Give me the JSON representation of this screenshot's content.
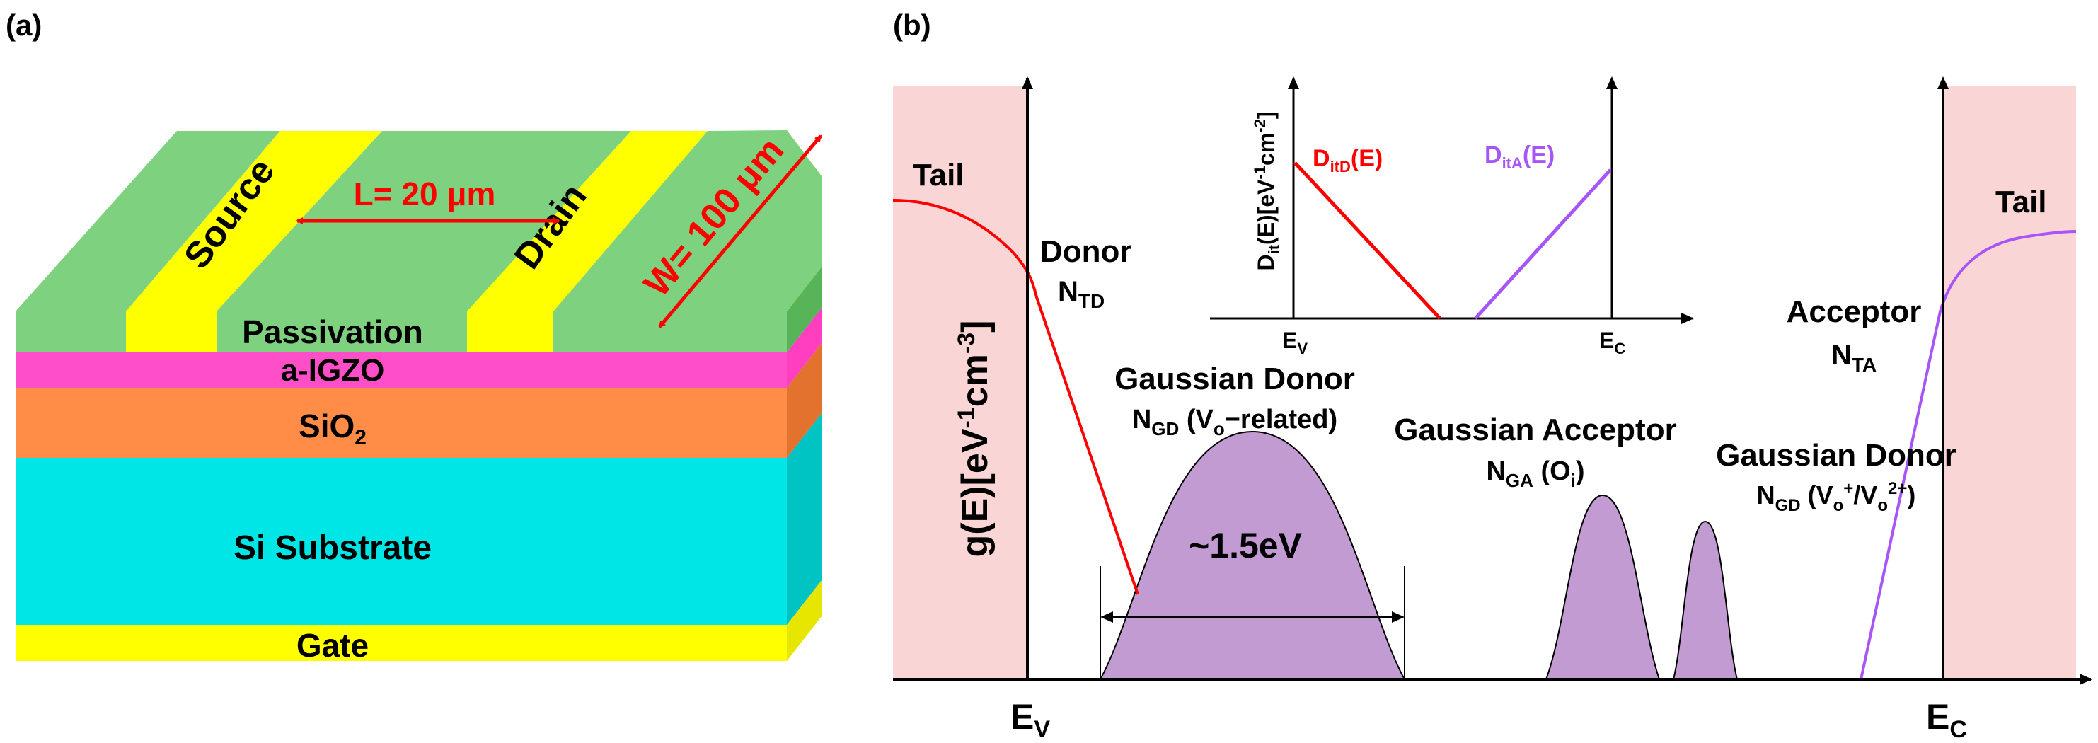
{
  "panels": {
    "a": {
      "label": "(a)",
      "layers": {
        "passivation": "Passivation",
        "igzo": "a-IGZO",
        "sio2": "SiO",
        "sio2_sub": "2",
        "substrate": "Si Substrate",
        "gate": "Gate"
      },
      "electrodes": {
        "source": "Source",
        "drain": "Drain"
      },
      "dims": {
        "length": "L= 20 μm",
        "width": "W= 100 μm"
      },
      "colors": {
        "passivation_green": "#7ed17e",
        "electrode_yellow": "#ffff00",
        "igzo_pink": "#ff4fc8",
        "sio2_orange": "#ff8c47",
        "substrate_cyan": "#00e5e5",
        "gate_yellow": "#ffff00"
      }
    },
    "b": {
      "label": "(b)",
      "ylabel": "g(E)[eV",
      "ylabel_sup1": "-1",
      "ylabel_mid": "cm",
      "ylabel_sup2": "-3",
      "ylabel_end": "]",
      "ev": "E",
      "ev_sub": "V",
      "ec": "E",
      "ec_sub": "C",
      "tail_left": "Tail",
      "tail_right": "Tail",
      "donor": "Donor",
      "ntd": "N",
      "ntd_sub": "TD",
      "acceptor": "Acceptor",
      "nta": "N",
      "nta_sub": "TA",
      "gd1_title": "Gaussian Donor",
      "gd1_n": "N",
      "gd1_n_sub": "GD",
      "gd1_rest": " (V",
      "gd1_rest_sub": "o",
      "gd1_rest_end": "−related)",
      "ga_title": "Gaussian Acceptor",
      "ga_n": "N",
      "ga_n_sub": "GA",
      "ga_rest": " (O",
      "ga_rest_sub": "i",
      "ga_rest_end": ")",
      "gd2_title": "Gaussian Donor",
      "gd2_n": "N",
      "gd2_n_sub": "GD",
      "gd2_rest": " (V",
      "gd2_rest_sub": "o",
      "gd2_rest_sup": "+",
      "gd2_rest_mid": "/V",
      "gd2_rest_sub2": "o",
      "gd2_rest_sup2": "2+",
      "gd2_rest_end": ")",
      "width_label": "~1.5eV",
      "inset": {
        "ylabel": "D",
        "ylabel_sub": "it",
        "ylabel_rest": "(E)[eV",
        "ylabel_sup1": "-1",
        "ylabel_mid": "cm",
        "ylabel_sup2": "-2",
        "ylabel_end": "]",
        "ev": "E",
        "ev_sub": "V",
        "ec": "E",
        "ec_sub": "C",
        "ditd": "D",
        "ditd_sub": "itD",
        "ditd_end": "(E)",
        "dita": "D",
        "dita_sub": "itA",
        "dita_end": "(E)"
      },
      "colors": {
        "tail_bg": "#f9d5d5",
        "donor_line": "#ff0000",
        "acceptor_line": "#a855f7",
        "gaussian_fill": "#c39bd3"
      }
    }
  }
}
